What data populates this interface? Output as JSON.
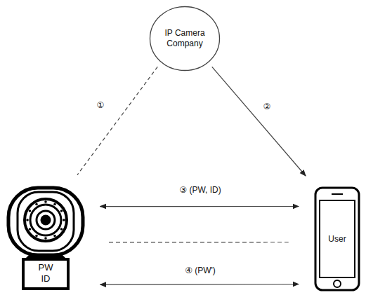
{
  "diagram": {
    "nodes": [
      {
        "text": [
          "IP Camera Company"
        ]
      },
      {
        "text": [
          "PW ID"
        ]
      },
      {
        "text": [
          "User"
        ]
      }
    ],
    "edges": [
      {
        "from": 0,
        "to": 1,
        "arrow": "none",
        "label": "①"
      },
      {
        "from": 0,
        "to": 2,
        "arrow": "to",
        "label": "②"
      },
      {
        "from": 1,
        "to": 2,
        "arrow": "both",
        "label": "③ (PW, ID)"
      },
      {
        "from": 1,
        "to": 2,
        "arrow": "none"
      },
      {
        "from": 1,
        "to": 2,
        "arrow": "both",
        "label": "④ (PW')"
      }
    ]
  }
}
